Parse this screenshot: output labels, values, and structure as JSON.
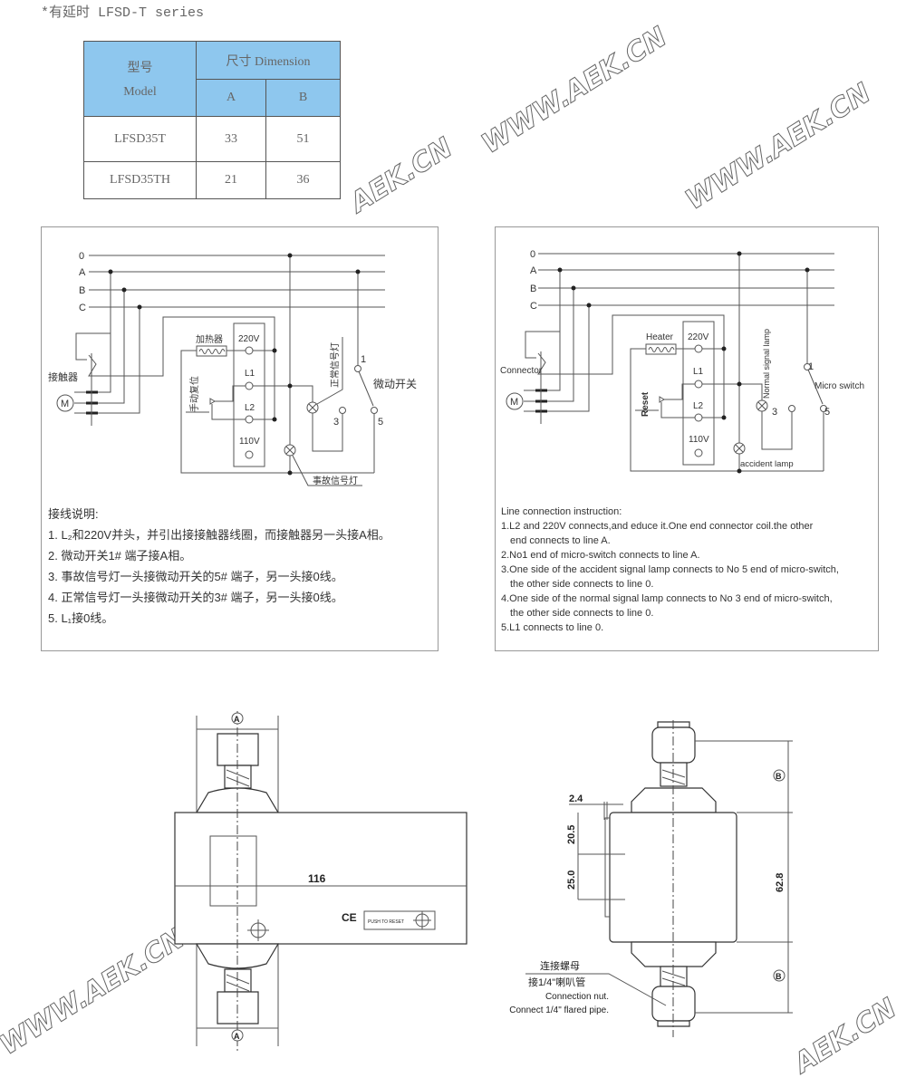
{
  "header": {
    "title": "*有延时 LFSD-T series"
  },
  "table": {
    "model_zh": "型号",
    "model_en": "Model",
    "dimension": "尺寸 Dimension",
    "col_a": "A",
    "col_b": "B",
    "rows": [
      {
        "model": "LFSD35T",
        "a": "33",
        "b": "51"
      },
      {
        "model": "LFSD35TH",
        "a": "21",
        "b": "36"
      }
    ]
  },
  "circuit_zh": {
    "bus": [
      "0",
      "A",
      "B",
      "C"
    ],
    "heater": "加热器",
    "v220": "220V",
    "l1": "L1",
    "l2": "L2",
    "v110": "110V",
    "contactor": "接触器",
    "motor": "M",
    "reset": "手动复位",
    "normal_lamp": "正常信号灯",
    "accident_lamp": "事故信号灯",
    "micro_switch": "微动开关",
    "t1": "1",
    "t3": "3",
    "t5": "5"
  },
  "circuit_en": {
    "bus": [
      "0",
      "A",
      "B",
      "C"
    ],
    "heater": "Heater",
    "v220": "220V",
    "l1": "L1",
    "l2": "L2",
    "v110": "110V",
    "contactor": "Connector",
    "motor": "M",
    "reset": "Reset",
    "normal_lamp": "Normal signal lamp",
    "accident_lamp": "accident lamp",
    "micro_switch": "Micro switch",
    "t1": "1",
    "t3": "3",
    "t5": "5"
  },
  "instructions_zh": {
    "title": "接线说明:",
    "items": [
      "1. L₂和220V并头，并引出接接触器线圈，而接触器另一头接A相。",
      "2. 微动开关1# 端子接A相。",
      "3. 事故信号灯一头接微动开关的5# 端子，另一头接0线。",
      "4. 正常信号灯一头接微动开关的3# 端子，另一头接0线。",
      "5. L₁接0线。"
    ]
  },
  "instructions_en": {
    "title": "Line connection instruction:",
    "items": [
      "1.L2 and 220V connects,and educe it.One end connector coil.the  other",
      "end connects to line A.",
      "2.No1 end of micro-switch connects to line A.",
      "3.One side of the accident signal lamp connects to No 5 end of  micro-switch,",
      "the other side connects to line 0.",
      "4.One side of the normal signal lamp connects to No 3 end of  micro-switch,",
      "the other side connects to line 0.",
      "5.L1 connects to line 0."
    ]
  },
  "drawing_front": {
    "dim_a": "A",
    "width": "116",
    "ce": "CE",
    "reset_label": "PUSH TO RESET"
  },
  "drawing_side": {
    "dim_b": "B",
    "d24": "2.4",
    "d205": "20.5",
    "d250": "25.0",
    "d628": "62.8",
    "nut_zh": "连接螺母",
    "pipe_zh": "接1/4\"喇叭管",
    "nut_en": "Connection nut.",
    "pipe_en": "Connect 1/4\" flared pipe."
  },
  "watermarks": [
    "AEK.CN",
    "WWW.AEK.CN",
    "WWW.AEK.CN",
    "WWW.AEK.CN",
    "AEK.CN"
  ]
}
